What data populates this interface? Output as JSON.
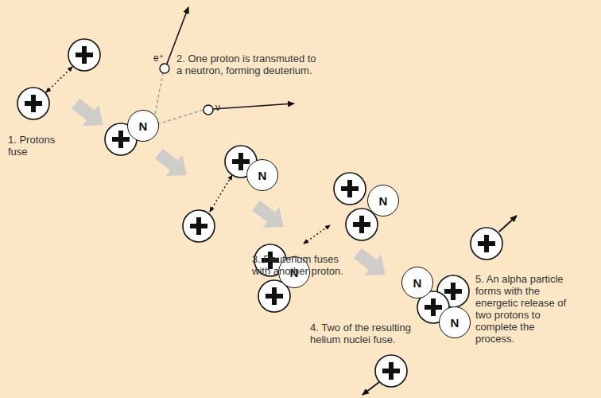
{
  "diagram": {
    "nodes": [
      {
        "text": [
          "N"
        ]
      },
      {
        "text": [
          "N"
        ]
      },
      {
        "text": [
          "N"
        ]
      },
      {
        "text": [
          "N"
        ]
      },
      {
        "text": [
          "N"
        ]
      },
      {
        "text": [
          "N"
        ]
      }
    ],
    "labels": [
      "1. Protons fuse",
      "e⁺",
      "2. One proton is transmuted to a neutron, forming deuterium.",
      "ν",
      "3. Deuterium fuses with another proton.",
      "4. Two of the resulting helium nuclei fuse.",
      "5. An alpha particle forms with the energetic release of two protons to complete the process."
    ]
  }
}
